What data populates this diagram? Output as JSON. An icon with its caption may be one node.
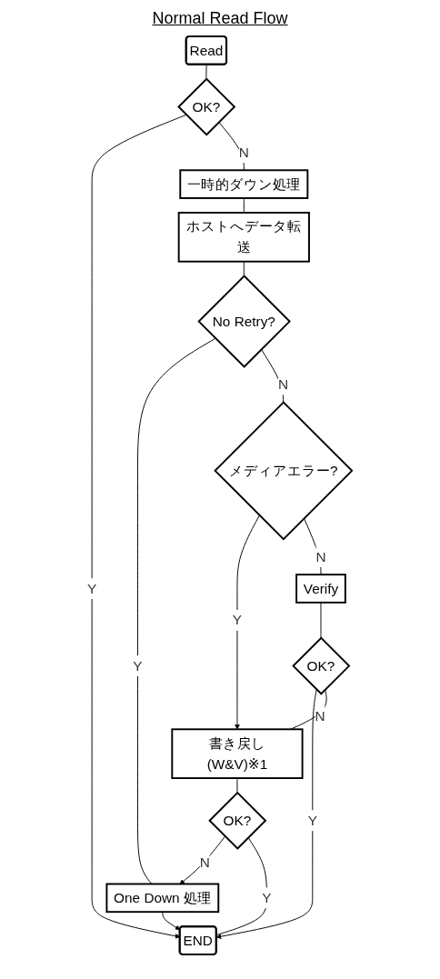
{
  "diagram": {
    "title": "Normal Read Flow",
    "nodes": [
      {
        "text": [
          "Read"
        ]
      },
      {
        "text": [
          "OK?"
        ]
      },
      {
        "text": [
          "一時的ダウン処理"
        ]
      },
      {
        "text": [
          "ホストへデータ転送"
        ]
      },
      {
        "text": [
          "No Retry?"
        ]
      },
      {
        "text": [
          "メディアエラー?"
        ]
      },
      {
        "text": [
          "Verify"
        ]
      },
      {
        "text": [
          "OK?"
        ]
      },
      {
        "text": [
          "書き戻し(W&V)※1"
        ]
      },
      {
        "text": [
          "OK?"
        ]
      },
      {
        "text": [
          "One Down 処理"
        ]
      },
      {
        "text": [
          "END"
        ]
      }
    ],
    "edges": [
      {
        "from": 0,
        "to": 1,
        "arrow": "none"
      },
      {
        "from": 1,
        "to": 11,
        "arrow": "to",
        "label": "Y"
      },
      {
        "from": 1,
        "to": 2,
        "arrow": "none",
        "label": "N"
      },
      {
        "from": 2,
        "to": 3,
        "arrow": "none"
      },
      {
        "from": 3,
        "to": 4,
        "arrow": "none"
      },
      {
        "from": 4,
        "to": 10,
        "arrow": "none",
        "label": "Y"
      },
      {
        "from": 4,
        "to": 5,
        "arrow": "none",
        "label": "N"
      },
      {
        "from": 5,
        "to": 8,
        "arrow": "to",
        "label": "Y"
      },
      {
        "from": 5,
        "to": 6,
        "arrow": "none",
        "label": "N"
      },
      {
        "from": 6,
        "to": 7,
        "arrow": "none"
      },
      {
        "from": 7,
        "to": 11,
        "arrow": "to",
        "label": "Y"
      },
      {
        "from": 7,
        "to": 8,
        "arrow": "none",
        "label": "N"
      },
      {
        "from": 8,
        "to": 9,
        "arrow": "none"
      },
      {
        "from": 9,
        "to": 10,
        "arrow": "to",
        "label": "N"
      },
      {
        "from": 9,
        "to": 11,
        "arrow": "none",
        "label": "Y"
      },
      {
        "from": 10,
        "to": 11,
        "arrow": "to"
      }
    ]
  }
}
